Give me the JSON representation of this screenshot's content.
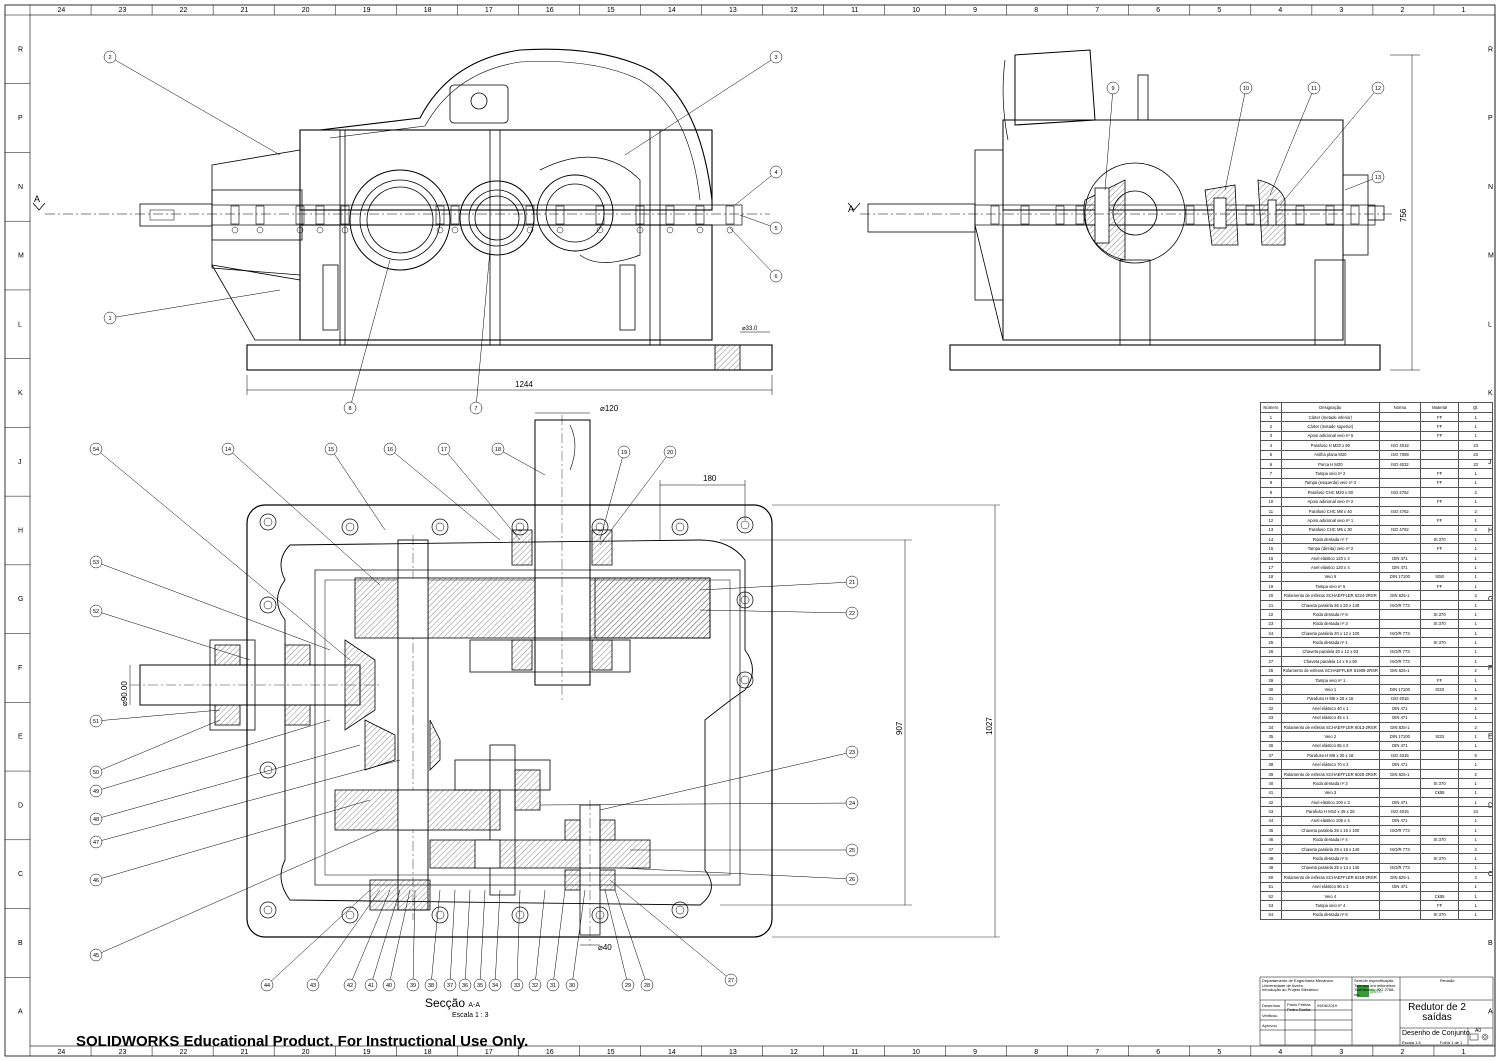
{
  "sheet": {
    "watermark": "SOLIDWORKS Educational Product. For Instructional Use Only.",
    "col_labels": [
      "24",
      "23",
      "22",
      "21",
      "20",
      "19",
      "18",
      "17",
      "16",
      "15",
      "14",
      "13",
      "12",
      "11",
      "10",
      "9",
      "8",
      "7",
      "6",
      "5",
      "4",
      "3",
      "2",
      "1"
    ],
    "row_labels": [
      "R",
      "P",
      "N",
      "M",
      "L",
      "K",
      "J",
      "H",
      "G",
      "F",
      "E",
      "D",
      "C",
      "B",
      "A"
    ]
  },
  "views": {
    "section_marks": [
      "A",
      "A"
    ],
    "dimensions": {
      "width_front": "1244",
      "hole_dia": "⌀33.0",
      "height_side": "756",
      "shaft_out": "⌀120",
      "offset": "180",
      "inner_height": "907",
      "overall_height": "1027",
      "shaft_in": "⌀90.00",
      "shaft_low": "⌀40"
    },
    "balloons_front": [
      "1",
      "2",
      "3",
      "4",
      "5",
      "6",
      "7",
      "8"
    ],
    "balloons_side": [
      "9",
      "10",
      "11",
      "12",
      "13"
    ],
    "balloons_section_top": [
      "54",
      "14",
      "15",
      "16",
      "17",
      "18",
      "19",
      "20"
    ],
    "balloons_section_right": [
      "21",
      "22",
      "23",
      "24",
      "25",
      "26",
      "27"
    ],
    "balloons_section_left": [
      "53",
      "52",
      "51",
      "50",
      "49",
      "48",
      "47",
      "46",
      "45"
    ],
    "balloons_section_bottom": [
      "44",
      "43",
      "42",
      "41",
      "40",
      "39",
      "38",
      "37",
      "36",
      "35",
      "34",
      "33",
      "32",
      "31",
      "30",
      "29",
      "28"
    ],
    "section_title": "Secção",
    "section_suffix": "A-A",
    "section_scale": "Escala 1 : 3"
  },
  "bom": {
    "headers": [
      "Número",
      "Designação",
      "Norma",
      "Material",
      "Qt."
    ],
    "rows": [
      [
        "1",
        "Cárter (metade inferior)",
        "",
        "FF",
        "1"
      ],
      [
        "2",
        "Cárter (metade superior)",
        "",
        "FF",
        "1"
      ],
      [
        "3",
        "Apoio adicional veio nº 5",
        "",
        "FF",
        "1"
      ],
      [
        "4",
        "Parafuso H M20 x 50",
        "ISO 4018",
        "",
        "23"
      ],
      [
        "5",
        "Anilha plana M20",
        "ISO 7089",
        "",
        "23"
      ],
      [
        "6",
        "Porca H M20",
        "ISO 4032",
        "",
        "23"
      ],
      [
        "7",
        "Tampa veio nº 2",
        "",
        "FF",
        "1"
      ],
      [
        "8",
        "Tampa (esquerda) veio nº 3",
        "",
        "FF",
        "1"
      ],
      [
        "9",
        "Parafuso CHC M20 x 80",
        "ISO 4762",
        "",
        "2"
      ],
      [
        "10",
        "Apoio adicional veio nº 2",
        "",
        "FF",
        "1"
      ],
      [
        "11",
        "Parafuso CHC M8 x 40",
        "ISO 4762",
        "",
        "2"
      ],
      [
        "12",
        "Apoio adicional veio nº 1",
        "",
        "FF",
        "1"
      ],
      [
        "13",
        "Parafuso CHC M5 x 30",
        "ISO 4762",
        "",
        "2"
      ],
      [
        "14",
        "Roda dentada nº 7",
        "",
        "St 370",
        "1"
      ],
      [
        "15",
        "Tampa (direita) veio nº 3",
        "",
        "FF",
        "1"
      ],
      [
        "16",
        "Anel elástico 120 x 4",
        "DIN 471",
        "",
        "1"
      ],
      [
        "17",
        "Anel elástico 120 x 4",
        "DIN 471",
        "",
        "1"
      ],
      [
        "18",
        "Veio 5",
        "DIN 17100",
        "St50",
        "1"
      ],
      [
        "19",
        "Tampa veio nº 5",
        "",
        "FF",
        "1"
      ],
      [
        "20",
        "Rolamento de esferas SCHAEFFLER 6224-2RSR",
        "DIN 625-1",
        "",
        "2"
      ],
      [
        "21",
        "Chaveta paralela 36 x 20 x 140",
        "ISO/R 773",
        "",
        "1"
      ],
      [
        "22",
        "Roda dentada nº 8",
        "",
        "St 370",
        "1"
      ],
      [
        "23",
        "Roda dentada nº 3",
        "",
        "St 370",
        "1"
      ],
      [
        "24",
        "Chaveta paralela 20 x 12 x 100",
        "ISO/R 773",
        "",
        "1"
      ],
      [
        "25",
        "Roda dentada nº 1",
        "",
        "St 370",
        "1"
      ],
      [
        "26",
        "Chaveta paralela 20 x 12 x 63",
        "ISO/R 773",
        "",
        "1"
      ],
      [
        "27",
        "Chaveta paralela 14 x 9 x 50",
        "ISO/R 773",
        "",
        "1"
      ],
      [
        "28",
        "Rolamento de esferas SCHAEFFLER 61908-2RSR",
        "DIN 625-1",
        "",
        "2"
      ],
      [
        "29",
        "Tampa veio nº 1",
        "",
        "FF",
        "1"
      ],
      [
        "30",
        "Veio 1",
        "DIN 17100",
        "St33",
        "1"
      ],
      [
        "31",
        "Parafuso H M5 x 25 x 16",
        "ISO 4016",
        "",
        "8"
      ],
      [
        "32",
        "Anel elástico 40 x 1",
        "DIN 471",
        "",
        "1"
      ],
      [
        "33",
        "Anel elástico 45 x 1",
        "DIN 471",
        "",
        "1"
      ],
      [
        "34",
        "Rolamento de esferas SCHAEFFLER 6013-2RSR",
        "DIN 625-1",
        "",
        "2"
      ],
      [
        "35",
        "Veio 2",
        "DIN 17100",
        "St33",
        "1"
      ],
      [
        "36",
        "Anel elástico 65 x 2",
        "DIN 471",
        "",
        "1"
      ],
      [
        "37",
        "Parafuso H M6 x 30 x 18",
        "ISO 4016",
        "",
        "6"
      ],
      [
        "38",
        "Anel elástico 70 x 2",
        "DIN 471",
        "",
        "1"
      ],
      [
        "39",
        "Rolamento de esferas SCHAEFFLER 6020-2RSR",
        "DIN 625-1",
        "",
        "2"
      ],
      [
        "40",
        "Roda dentada nº 2",
        "",
        "St 370",
        "1"
      ],
      [
        "41",
        "Veio 3",
        "",
        "Ck55",
        "1"
      ],
      [
        "42",
        "Anel elástico 100 x 3",
        "DIN 471",
        "",
        "1"
      ],
      [
        "43",
        "Parafuso H M10 x 45 x 26",
        "ISO 4016",
        "",
        "24"
      ],
      [
        "44",
        "Anel elástico 105 x 4",
        "DIN 471",
        "",
        "1"
      ],
      [
        "45",
        "Chaveta paralela 28 x 16 x 100",
        "ISO/R 773",
        "",
        "1"
      ],
      [
        "46",
        "Roda dentada nº 4",
        "",
        "St 370",
        "1"
      ],
      [
        "47",
        "Chaveta paralela 28 x 16 x 140",
        "ISO/R 773",
        "",
        "2"
      ],
      [
        "48",
        "Roda dentada nº 5",
        "",
        "St 370",
        "1"
      ],
      [
        "49",
        "Chaveta paralela 25 x 14 x 140",
        "ISO/R 773",
        "",
        "1"
      ],
      [
        "50",
        "Rolamento de esferas SCHAEFFLER 6218-2RSR",
        "DIN 625-1",
        "",
        "2"
      ],
      [
        "51",
        "Anel elástico 90 x 3",
        "DIN 471",
        "",
        "1"
      ],
      [
        "52",
        "Veio 4",
        "",
        "Ck55",
        "1"
      ],
      [
        "53",
        "Tampa veio nº 4",
        "",
        "FF",
        "1"
      ],
      [
        "54",
        "Roda dentada nº 6",
        "",
        "St 370",
        "1"
      ]
    ]
  },
  "title_block": {
    "institution": "Departamento de Engenharia Mecânica\nUniversidade de Aveiro\nIntrodução ao Projeto Mecânico",
    "notes": "Sem/do especificação:\nToleranc em milímetros\nTolerâncias: ISO 2768-mk",
    "revision_label": "Revisão",
    "logo_text": "dem",
    "title": "Redutor de 2\nsaídas",
    "drawing_type": "Desenho de Conjunto",
    "size": "A0",
    "authors": "Paulo Freitas\nPedro Rocha",
    "date": "09/06/2019",
    "role_designer": "Desenhou",
    "role_check": "Verificou",
    "role_approve": "Aprovou",
    "scale": "Escala 1:5",
    "sheet": "Folha 1 de 1"
  },
  "colors": {
    "line": "#000000",
    "hatch": "#555555",
    "logo": "#3a9a3a"
  },
  "icons": [
    "projection-symbol-icon",
    "dem-logo-icon"
  ]
}
